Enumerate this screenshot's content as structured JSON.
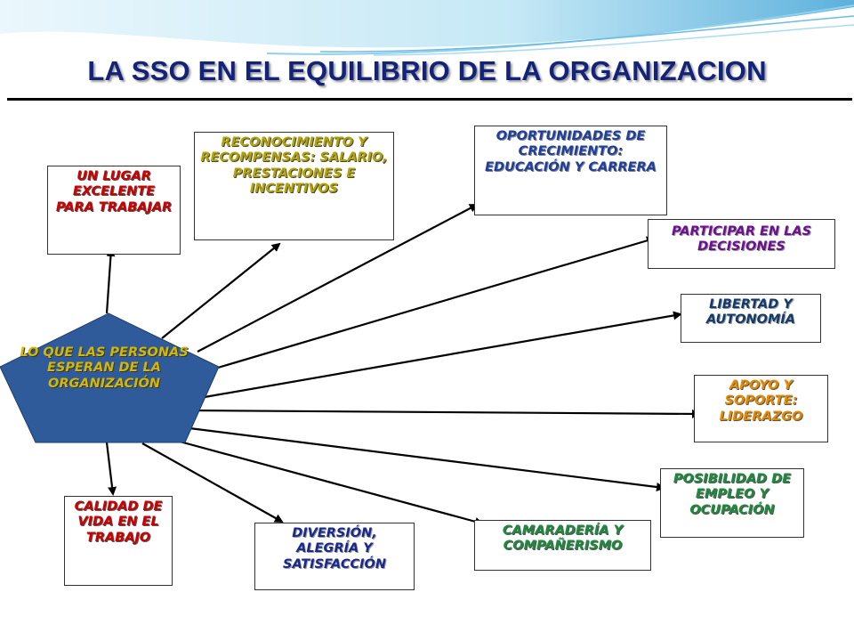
{
  "title": "LA SSO EN EL EQUILIBRIO DE LA ORGANIZACION",
  "colors": {
    "title": "#14237a",
    "center_fill": "#2f5b9a",
    "center_text": "#d4b800",
    "header_wave_light": "#bfe6f5",
    "header_wave_dark": "#4aa8d8"
  },
  "center": {
    "label": "LO QUE LAS PERSONAS ESPERAN DE LA ORGANIZACIÓN"
  },
  "nodes": {
    "lugar": "UN LUGAR EXCELENTE PARA TRABAJAR",
    "reconocimiento": "RECONOCIMIENTO Y RECOMPENSAS: SALARIO, PRESTACIONES E INCENTIVOS",
    "oportunidades": "OPORTUNIDADES DE CRECIMIENTO: EDUCACIÓN Y CARRERA",
    "participar": "PARTICIPAR EN LAS DECISIONES",
    "libertad": "LIBERTAD Y AUTONOMÍA",
    "apoyo": "APOYO Y SOPORTE: LIDERAZGO",
    "empleo": "POSIBILIDAD DE EMPLEO Y OCUPACIÓN",
    "camaraderia": "CAMARADERÍA Y COMPAÑERISMO",
    "diversion": "DIVERSIÓN, ALEGRÍA Y SATISFACCIÓN",
    "calidad": "CALIDAD DE VIDA EN EL TRABAJO"
  }
}
